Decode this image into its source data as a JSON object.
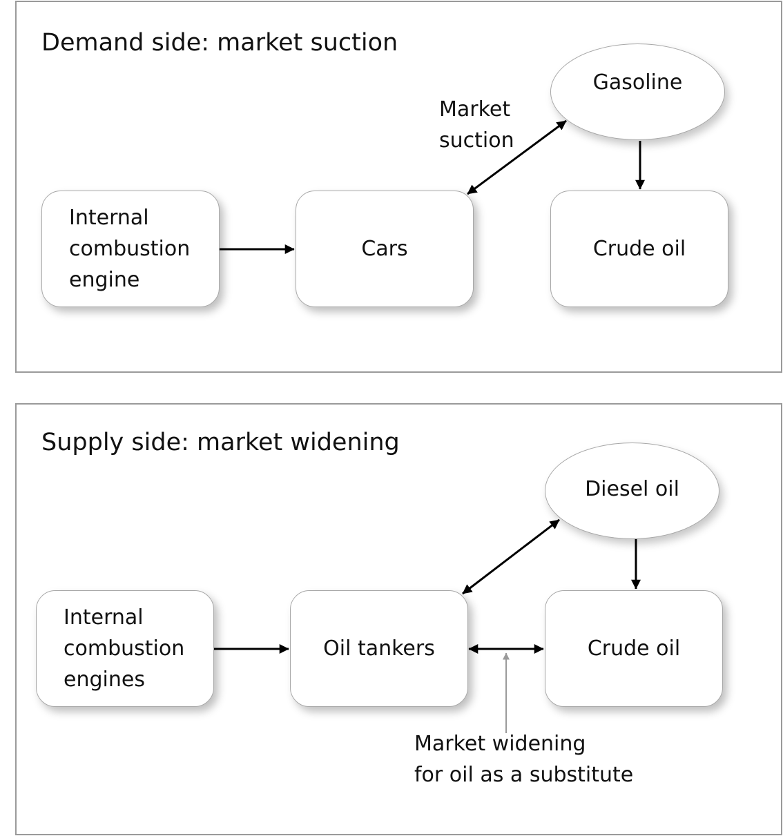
{
  "demand": {
    "title": "Demand side:  market suction",
    "engine_box": "Internal\ncombustion\nengine",
    "cars_box": "Cars",
    "crude_box": "Crude oil",
    "gasoline_ellipse": "Gasoline",
    "suction_note": "Market\nsuction"
  },
  "supply": {
    "title": "Supply side: market widening",
    "engine_box": "Internal\ncombustion\nengines",
    "tankers_box": "Oil tankers",
    "crude_box": "Crude oil",
    "diesel_ellipse": "Diesel oil",
    "widening_note": "Market widening\nfor oil as a substitute"
  },
  "colors": {
    "arrow": "#000000",
    "note_arrow": "#9a9a9a",
    "border": "#9a9a9a"
  }
}
